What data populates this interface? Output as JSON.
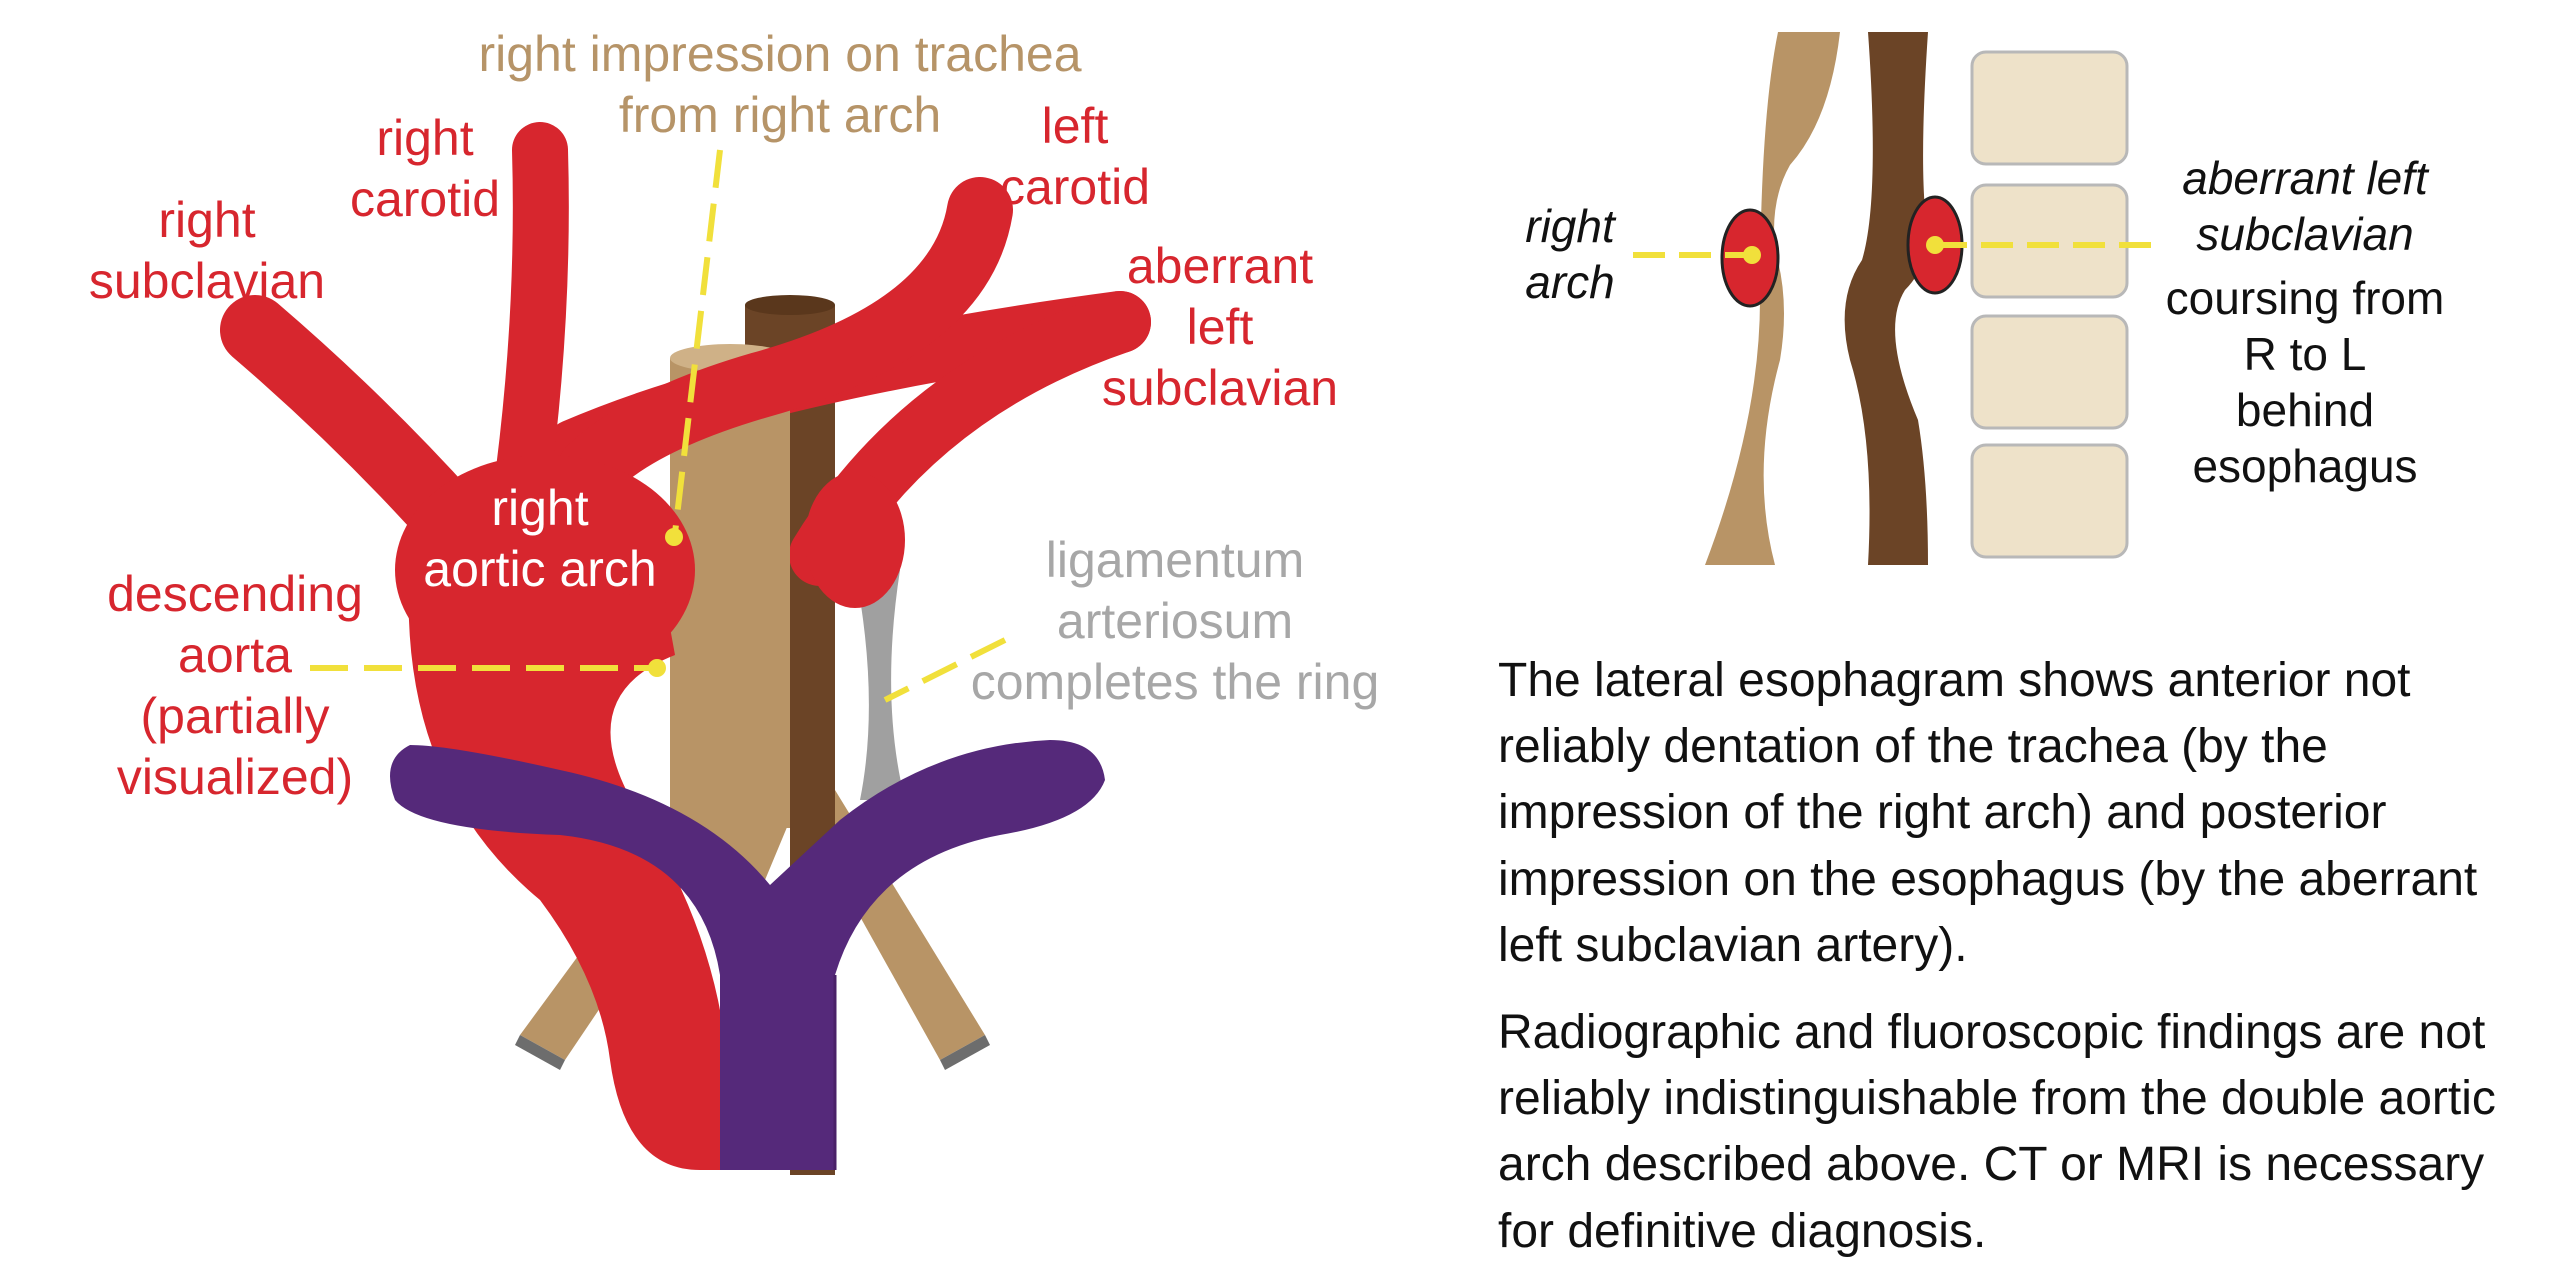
{
  "colors": {
    "artery": "#d7262e",
    "trachea": "#b89466",
    "esophagus": "#6b4426",
    "pulmonary": "#55297a",
    "ligamentum": "#a0a0a0",
    "leader": "#f1e03b",
    "vertebra": "#eee2c9"
  },
  "diagram": {
    "labels": {
      "right_subclavian": "right\nsubclavian",
      "right_carotid": "right\ncarotid",
      "right_impression": "right impression on trachea\nfrom right arch",
      "left_carotid": "left\ncarotid",
      "aberrant_left_subclavian": "aberrant\nleft\nsubclavian",
      "right_aortic_arch": "right\naortic arch",
      "descending_aorta": "descending\naorta\n(partially\nvisualized)",
      "ligamentum": "ligamentum\narteriosum\ncompletes the ring"
    }
  },
  "lateral_view": {
    "labels": {
      "right_arch": "right\narch",
      "aberrant_left_subclavian": "aberrant left\nsubclavian",
      "coursing": "coursing from\nR to L\nbehind\nesophagus"
    }
  },
  "text": {
    "paragraph_1": "The lateral esophagram shows anterior not reliably dentation of the trachea (by the impression of the right arch) and posterior impression on the esophagus (by the aberrant left subclavian artery).",
    "paragraph_2": "Radiographic and fluoroscopic findings are not reliably indistinguishable from the double aortic arch described above. CT or MRI is necessary for definitive diagnosis."
  }
}
